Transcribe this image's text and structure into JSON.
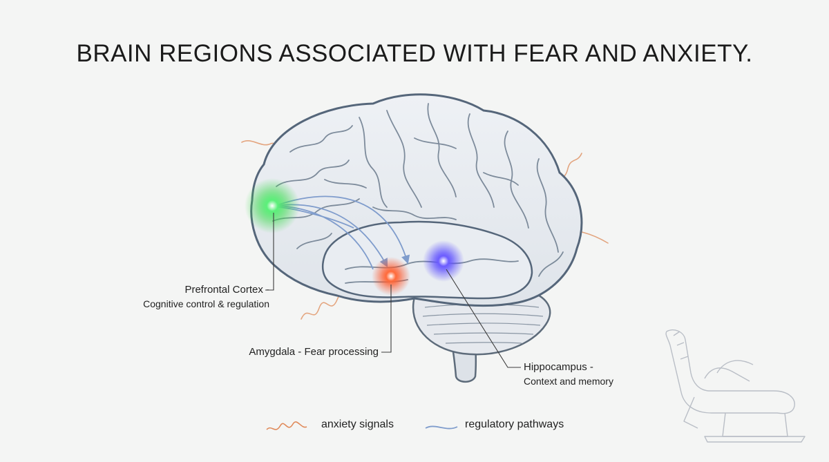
{
  "title": "BRAIN REGIONS ASSOCIATED WITH FEAR AND ANXIETY.",
  "regions": {
    "prefrontal": {
      "name": "Prefrontal Cortex -",
      "desc": "Cognitive control & regulation",
      "color": "#39d94a"
    },
    "amygdala": {
      "name": "Amygdala - Fear processing",
      "color": "#ff5a2a"
    },
    "hippocampus": {
      "name": "Hippocampus -",
      "desc": "Context and memory",
      "color": "#5a4bff"
    }
  },
  "legend": {
    "anxiety": {
      "label": "anxiety signals",
      "color": "#e08a5a"
    },
    "regulatory": {
      "label": "regulatory pathways",
      "color": "#7f9ccc"
    }
  },
  "icons": [
    "dental-chair-icon"
  ]
}
